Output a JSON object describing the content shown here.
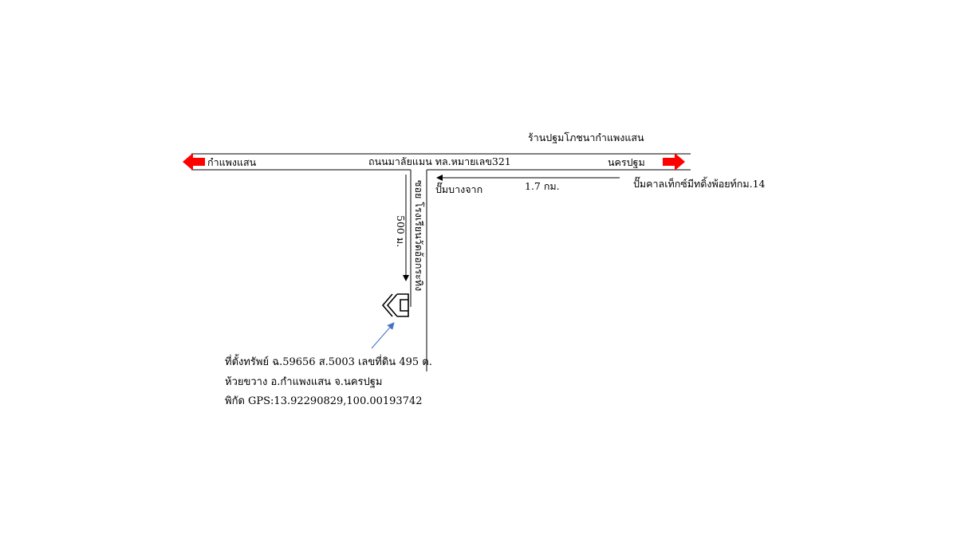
{
  "map": {
    "top_landmark": "ร้านปฐมโภชนากำแพงแสน",
    "left_direction": "กำแพงแสน",
    "right_direction": "นครปฐม",
    "main_road": "ถนนมาลัยแมน ทล.หมายเลข321",
    "side_road": "ซอย โรงเรียนวัดอ้อกระทิง",
    "gas_station_bangjak": "ปั๊มบางจาก",
    "gas_station_caltex": "ปั๊มคาลเท็กซ์มีทดิ้งพ้อยท์กม.14",
    "distance_main": "1.7 กม.",
    "distance_side": "500 ม.",
    "property_lines": [
      "ที่ตั้งทรัพย์ ฉ.59656 ส.5003 เลขที่ดิน 495 ต.",
      "ห้วยขวาง อ.กำแพงแสน จ.นครปฐม",
      "พิกัด GPS:13.92290829,100.00193742"
    ],
    "colors": {
      "road_line": "#000000",
      "direction_arrow": "#ff0000",
      "pointer_arrow": "#4472c4"
    },
    "icons": {
      "property": "house-icon",
      "direction": "red-arrow-icon"
    }
  }
}
